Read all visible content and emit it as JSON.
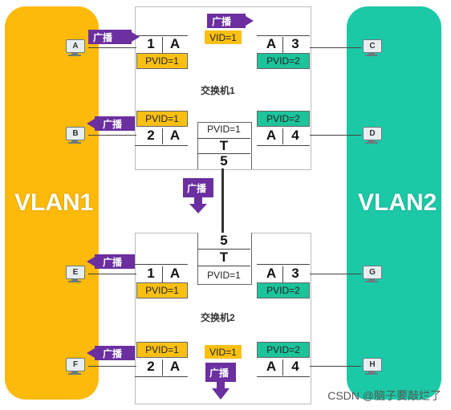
{
  "colors": {
    "vlan1": "#FDBA0A",
    "vlan2": "#1CC9A7",
    "broadcast": "#6B2FA0",
    "pvid1": "#F9C013",
    "pvid2": "#1CC39B"
  },
  "vlan1": {
    "label": "VLAN1"
  },
  "vlan2": {
    "label": "VLAN2"
  },
  "broadcast_label": "广播",
  "switch1": {
    "title": "交换机1",
    "vid_tag": "VID=1",
    "ports": {
      "p1": {
        "num": "1",
        "mode": "A",
        "pvid": "PVID=1"
      },
      "p2": {
        "num": "2",
        "mode": "A",
        "pvid": "PVID=1"
      },
      "p3": {
        "num": "3",
        "mode": "A",
        "pvid": "PVID=2"
      },
      "p4": {
        "num": "4",
        "mode": "A",
        "pvid": "PVID=2"
      },
      "p5": {
        "num": "5",
        "mode": "T",
        "pvid": "PVID=1"
      }
    }
  },
  "switch2": {
    "title": "交换机2",
    "vid_tag": "VID=1",
    "ports": {
      "p1": {
        "num": "1",
        "mode": "A",
        "pvid": "PVID=1"
      },
      "p2": {
        "num": "2",
        "mode": "A",
        "pvid": "PVID=1"
      },
      "p3": {
        "num": "3",
        "mode": "A",
        "pvid": "PVID=2"
      },
      "p4": {
        "num": "4",
        "mode": "A",
        "pvid": "PVID=2"
      },
      "p5": {
        "num": "5",
        "mode": "T",
        "pvid": "PVID=1"
      }
    }
  },
  "hosts": {
    "a": "A",
    "b": "B",
    "c": "C",
    "d": "D",
    "e": "E",
    "f": "F",
    "g": "G",
    "h": "H"
  },
  "watermark": "CSDN @脑子要敲烂了"
}
